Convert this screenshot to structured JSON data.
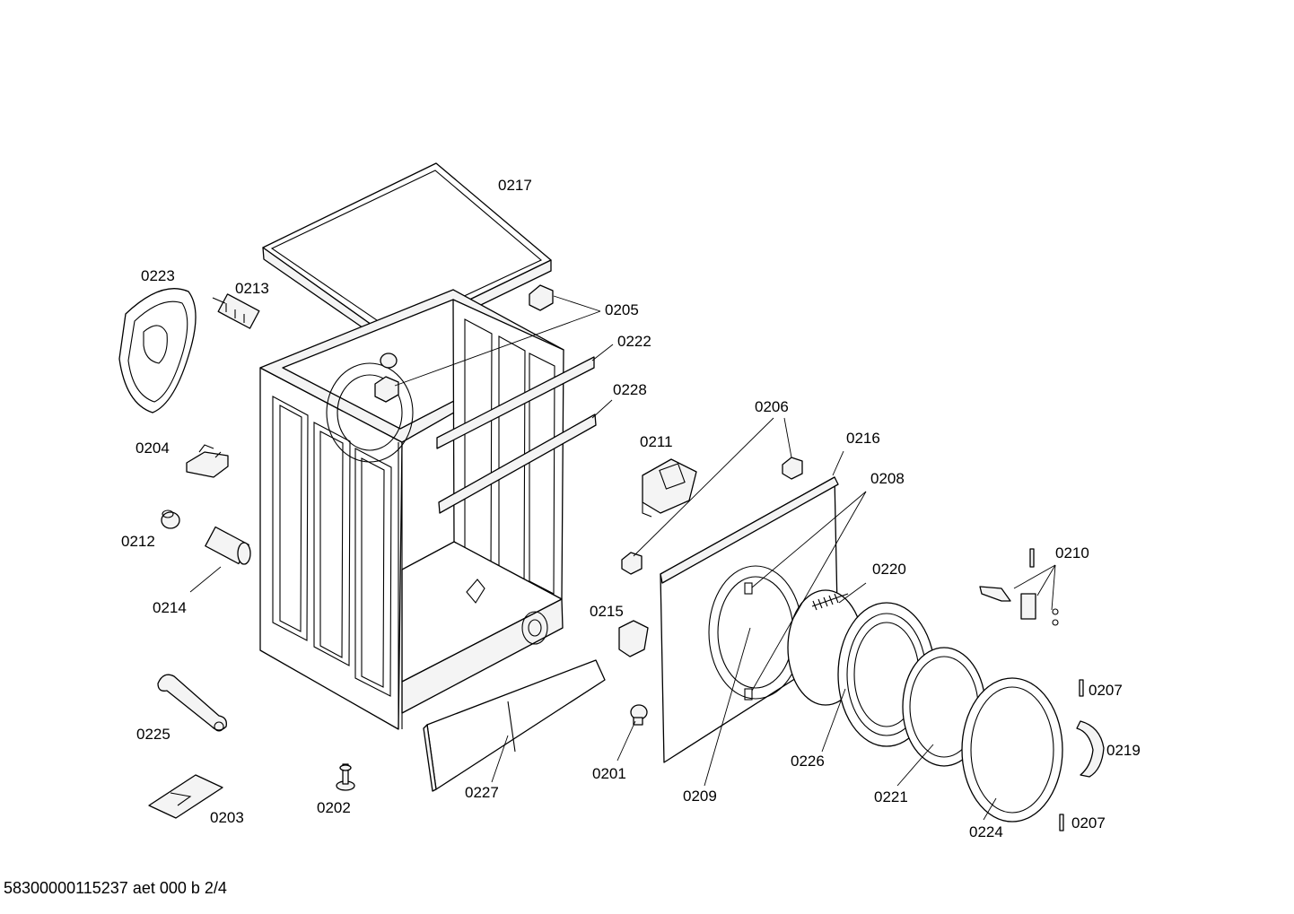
{
  "footer": "58300000115237 aet 000 b 2/4",
  "labels": {
    "p0201": "0201",
    "p0202": "0202",
    "p0203": "0203",
    "p0204": "0204",
    "p0205": "0205",
    "p0206": "0206",
    "p0207a": "0207",
    "p0207b": "0207",
    "p0208": "0208",
    "p0209": "0209",
    "p0210": "0210",
    "p0211": "0211",
    "p0212": "0212",
    "p0213": "0213",
    "p0214": "0214",
    "p0215": "0215",
    "p0216": "0216",
    "p0217": "0217",
    "p0219": "0219",
    "p0220": "0220",
    "p0221": "0221",
    "p0222": "0222",
    "p0223": "0223",
    "p0224": "0224",
    "p0225": "0225",
    "p0226": "0226",
    "p0227": "0227",
    "p0228": "0228"
  }
}
